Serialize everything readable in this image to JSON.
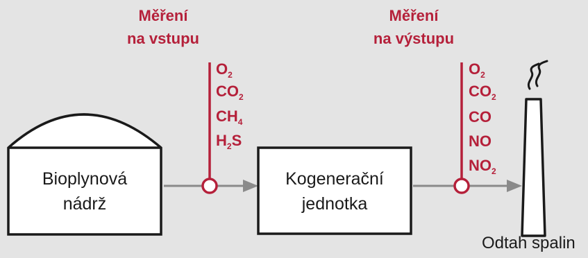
{
  "tank": {
    "line1": "Bioplynová",
    "line2": "nádrž"
  },
  "cogen": {
    "line1": "Kogenerační",
    "line2": "jednotka"
  },
  "input_measurement": {
    "title_line1": "Měření",
    "title_line2": "na vstupu",
    "gases": [
      {
        "base": "O",
        "sub": "2",
        "rest": ""
      },
      {
        "base": "CO",
        "sub": "2",
        "rest": ""
      },
      {
        "base": "CH",
        "sub": "4",
        "rest": ""
      },
      {
        "base": "H",
        "sub": "2",
        "rest": "S"
      }
    ]
  },
  "output_measurement": {
    "title_line1": "Měření",
    "title_line2": "na výstupu",
    "gases": [
      {
        "base": "O",
        "sub": "2",
        "rest": ""
      },
      {
        "base": "CO",
        "sub": "2",
        "rest": ""
      },
      {
        "base": "CO",
        "sub": "",
        "rest": ""
      },
      {
        "base": "NO",
        "sub": "",
        "rest": ""
      },
      {
        "base": "NO",
        "sub": "2",
        "rest": ""
      }
    ]
  },
  "chimney": {
    "label": "Odtah spalin",
    "icon": "smoke-icon"
  },
  "colors": {
    "accent": "#b5203a",
    "stroke": "#1a1a1a",
    "arrow": "#8a8a8a",
    "background": "#e4e4e4",
    "box": "#ffffff"
  }
}
